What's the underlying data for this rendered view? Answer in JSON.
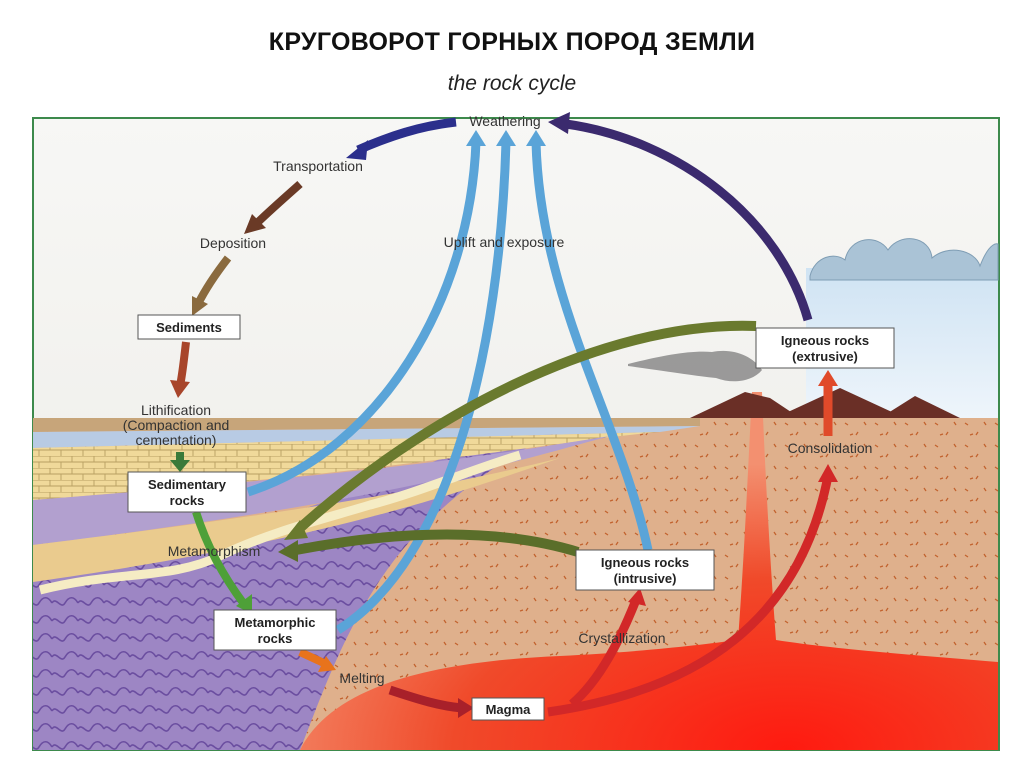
{
  "title": "КРУГОВОРОТ ГОРНЫХ ПОРОД ЗЕМЛИ",
  "subtitle": "the rock cycle",
  "labels": {
    "weathering": "Weathering",
    "transportation": "Transportation",
    "deposition": "Deposition",
    "uplift": "Uplift and exposure",
    "lithification_1": "Lithification",
    "lithification_2": "(Compaction and",
    "lithification_3": "cementation)",
    "metamorphism": "Metamorphism",
    "melting": "Melting",
    "crystallization": "Crystallization",
    "consolidation": "Consolidation"
  },
  "boxes": {
    "sediments": "Sediments",
    "sedimentary_1": "Sedimentary",
    "sedimentary_2": "rocks",
    "metamorphic_1": "Metamorphic",
    "metamorphic_2": "rocks",
    "magma": "Magma",
    "igneous_intrusive_1": "Igneous rocks",
    "igneous_intrusive_2": "(intrusive)",
    "igneous_extrusive_1": "Igneous rocks",
    "igneous_extrusive_2": "(extrusive)"
  }
}
